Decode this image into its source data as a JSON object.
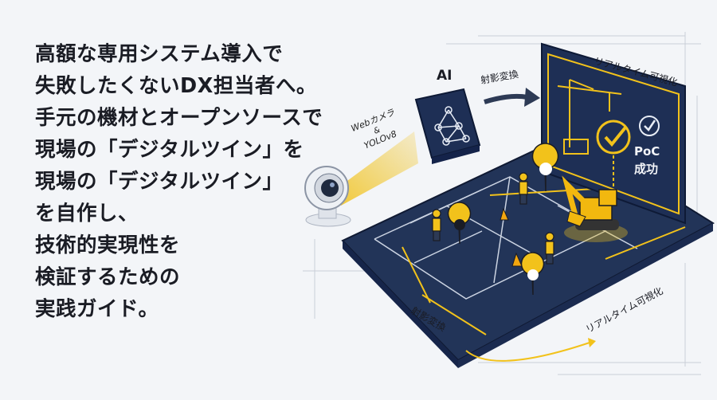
{
  "headline": {
    "lines": [
      "高額な専用システム導入で",
      "失敗したくないDX担当者へ。",
      "手元の機材とオープンソースで",
      "現場の「デジタルツイン」を",
      "現場の「デジタルツイン」",
      "を自作し、",
      "技術的実現性を",
      "検証するための",
      "実践ガイド。"
    ]
  },
  "labels": {
    "ai": "AI",
    "camera_model_1": "Webカメラ",
    "camera_model_2": "&",
    "camera_model_3": "YOLOv8",
    "projection_top": "射影変換",
    "realtime_top": "リアルタイム可視化",
    "poc_1": "PoC",
    "poc_2": "成功",
    "projection_bottom": "射影変換",
    "realtime_bottom": "リアルタイム可視化"
  },
  "colors": {
    "navy": "#1f3057",
    "accent_yellow": "#f2c21b",
    "background": "#f3f5f8",
    "text": "#1a1c24"
  },
  "icons": [
    "webcam-icon",
    "neural-network-icon",
    "excavator-icon",
    "crane-icon",
    "checkmark-icon",
    "traffic-cone-icon",
    "worker-icon",
    "location-pin-icon"
  ]
}
